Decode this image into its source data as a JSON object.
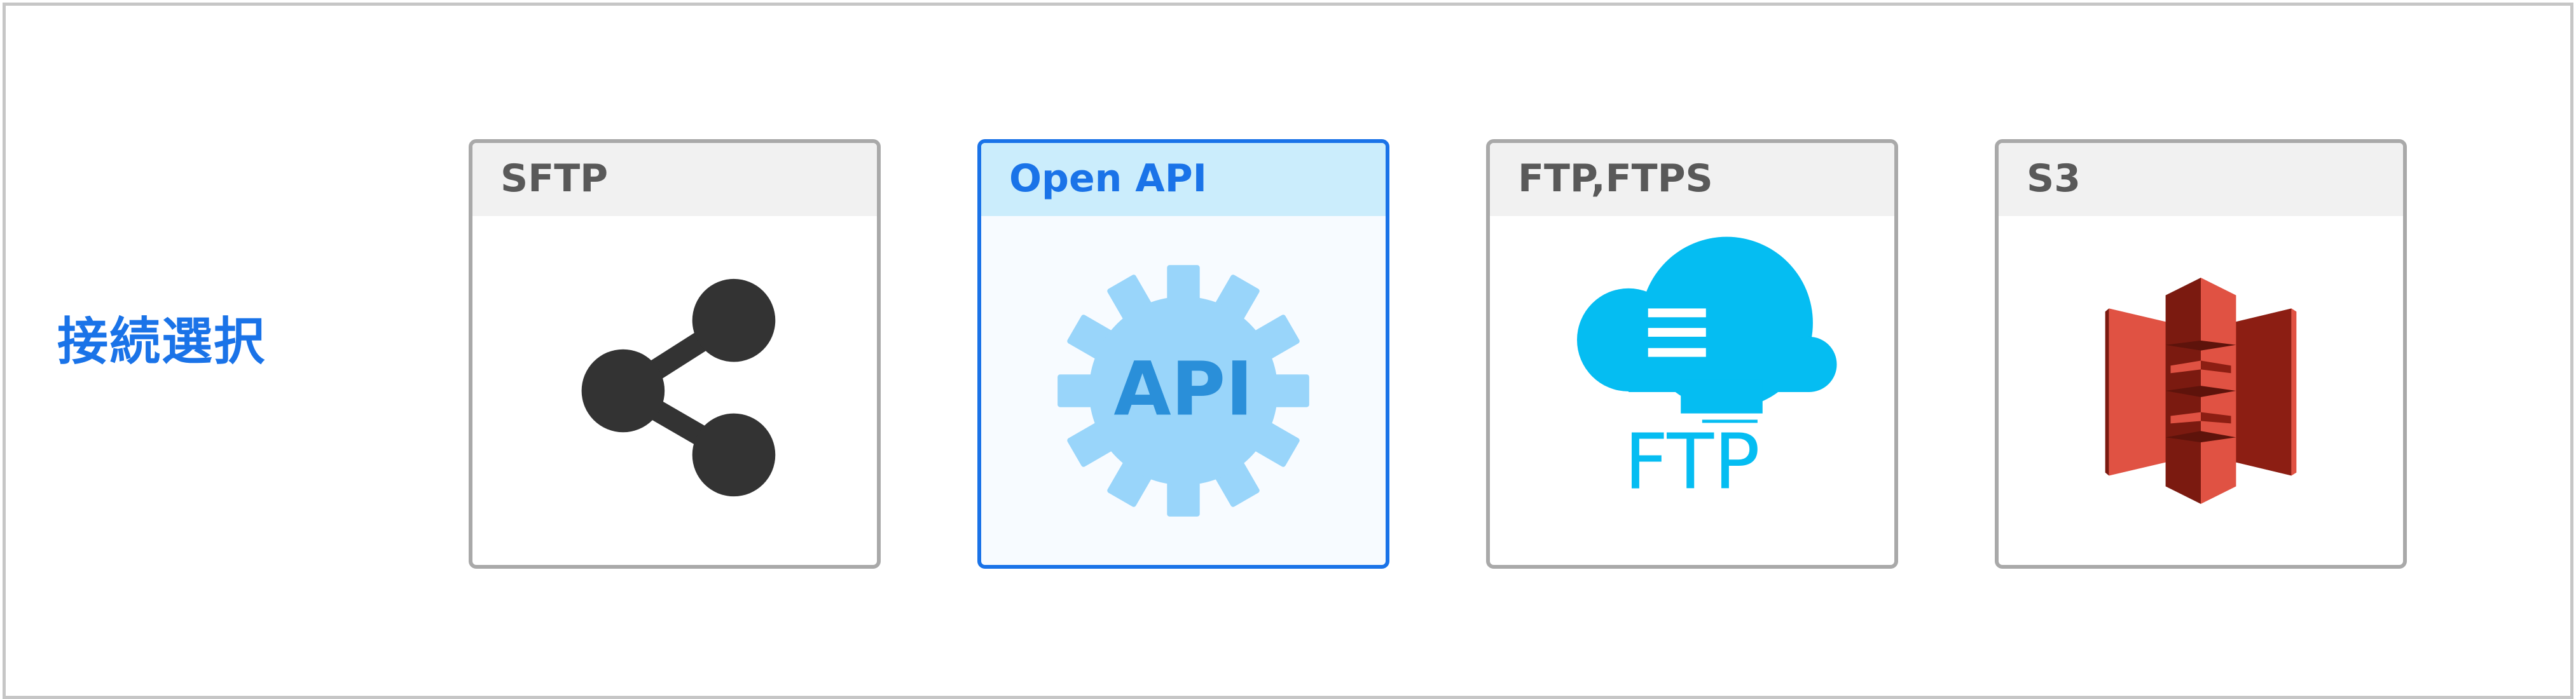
{
  "section": {
    "label": "接続選択"
  },
  "connection_options": [
    {
      "title": "SFTP",
      "icon": "share-icon",
      "selected": false,
      "icon_color": "#333333"
    },
    {
      "title": "Open API",
      "icon": "api-gear-icon",
      "icon_text": "API",
      "selected": true,
      "icon_color": "#99d5fa",
      "text_color": "#2a8fd9"
    },
    {
      "title": "FTP,FTPS",
      "icon": "ftp-cloud-icon",
      "icon_text": "FTP",
      "selected": false,
      "icon_color": "#05bdf2"
    },
    {
      "title": "S3",
      "icon": "aws-s3-icon",
      "selected": false,
      "icon_color": "#e05243"
    }
  ],
  "colors": {
    "accent": "#1a73e8",
    "selected_header": "#cbedfc",
    "header": "#f1f1f1",
    "card_border": "#a9a9a9"
  }
}
